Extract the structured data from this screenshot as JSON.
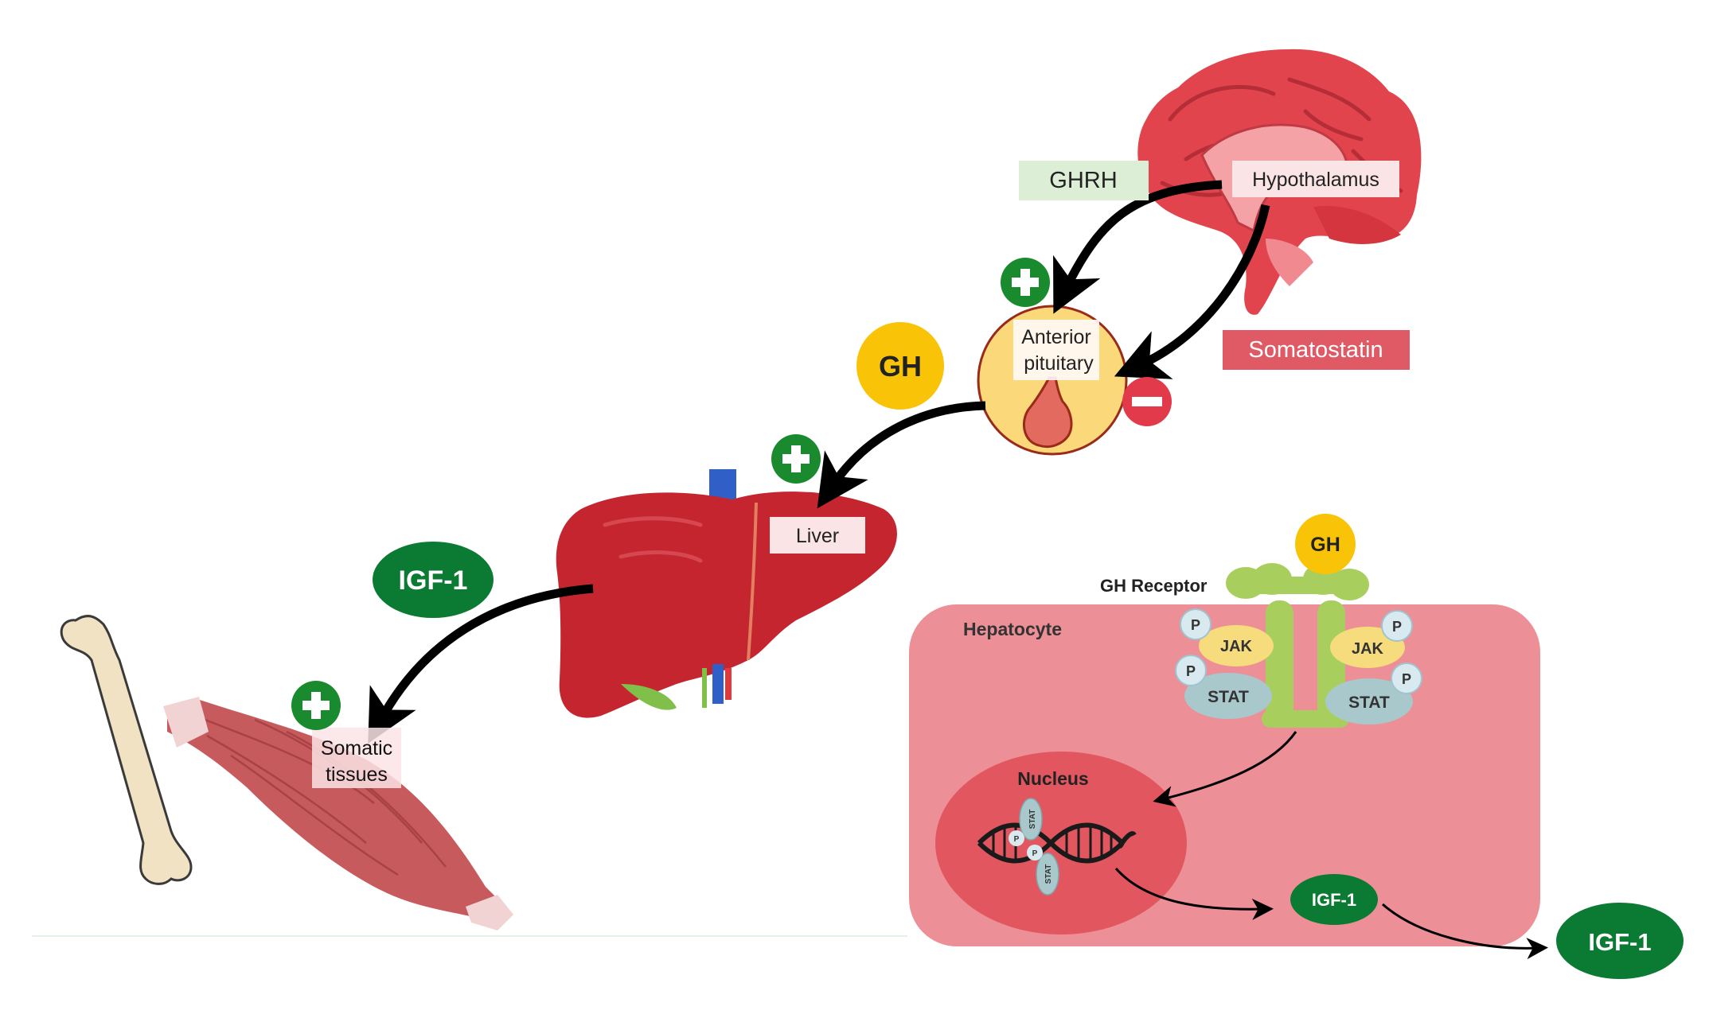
{
  "labels": {
    "ghrh": "GHRH",
    "hypothalamus": "Hypothalamus",
    "somatostatin": "Somatostatin",
    "anterior_pituitary": [
      "Anterior",
      "pituitary"
    ],
    "gh": "GH",
    "liver": "Liver",
    "igf1": "IGF-1",
    "somatic_tissues": [
      "Somatic",
      "tissues"
    ]
  },
  "inset": {
    "gh": "GH",
    "gh_receptor": "GH Receptor",
    "hepatocyte": "Hepatocyte",
    "jak": "JAK",
    "stat": "STAT",
    "p": "P",
    "nucleus": "Nucleus",
    "igf1_inside": "IGF-1",
    "igf1_outside": "IGF-1"
  },
  "colors": {
    "ghrh_box": "#dcefd6",
    "somatostatin_box": "#e05a66",
    "label_box": "#fbe4e6",
    "stimulatory": "#1a8a2e",
    "inhibitory": "#e23a4a",
    "gh_circle": "#f9c308",
    "igf1_ellipse": "#0b7a32",
    "hepatocyte": "#ec8f96",
    "nucleus": "#e25660",
    "receptor": "#a8cf5d",
    "jak": "#f6dc7c",
    "stat": "#a9c8cc",
    "brain": "#e2444e",
    "liver": "#c4252f",
    "muscle": "#c75a5c",
    "bone": "#f0e2c3"
  }
}
